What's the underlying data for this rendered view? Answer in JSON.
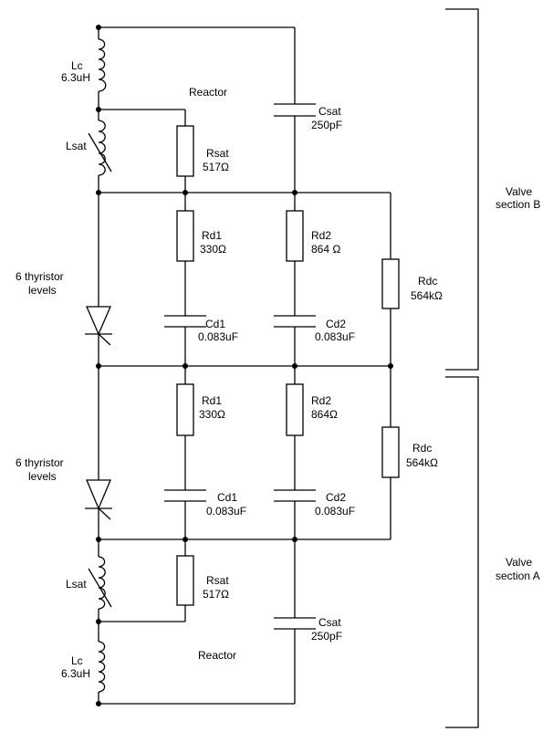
{
  "labels": {
    "lc_top": [
      "Lc",
      "6.3uH"
    ],
    "lsat_top": "Lsat",
    "reactor_top": "Reactor",
    "csat_top": [
      "Csat",
      "250pF"
    ],
    "rsat_top": [
      "Rsat",
      "517Ω"
    ],
    "rd1_b": [
      "Rd1",
      "330Ω"
    ],
    "rd2_b": [
      "Rd2",
      "864 Ω"
    ],
    "rdc_b": [
      "Rdc",
      "564kΩ"
    ],
    "cd1_b": [
      "Cd1",
      "0.083uF"
    ],
    "cd2_b": [
      "Cd2",
      "0.083uF"
    ],
    "thy_b": [
      "6 thyristor",
      "levels"
    ],
    "valve_b": [
      "Valve",
      "section B"
    ],
    "rd1_a": [
      "Rd1",
      "330Ω"
    ],
    "rd2_a": [
      "Rd2",
      "864Ω"
    ],
    "rdc_a": [
      "Rdc",
      "564kΩ"
    ],
    "cd1_a": [
      "Cd1",
      "0.083uF"
    ],
    "cd2_a": [
      "Cd2",
      "0.083uF"
    ],
    "thy_a": [
      "6 thyristor",
      "levels"
    ],
    "lsat_bot": "Lsat",
    "rsat_bot": [
      "Rsat",
      "517Ω"
    ],
    "csat_bot": [
      "Csat",
      "250pF"
    ],
    "reactor_bot": "Reactor",
    "lc_bot": [
      "Lc",
      "6.3uH"
    ],
    "valve_a": [
      "Valve",
      "section A"
    ]
  }
}
